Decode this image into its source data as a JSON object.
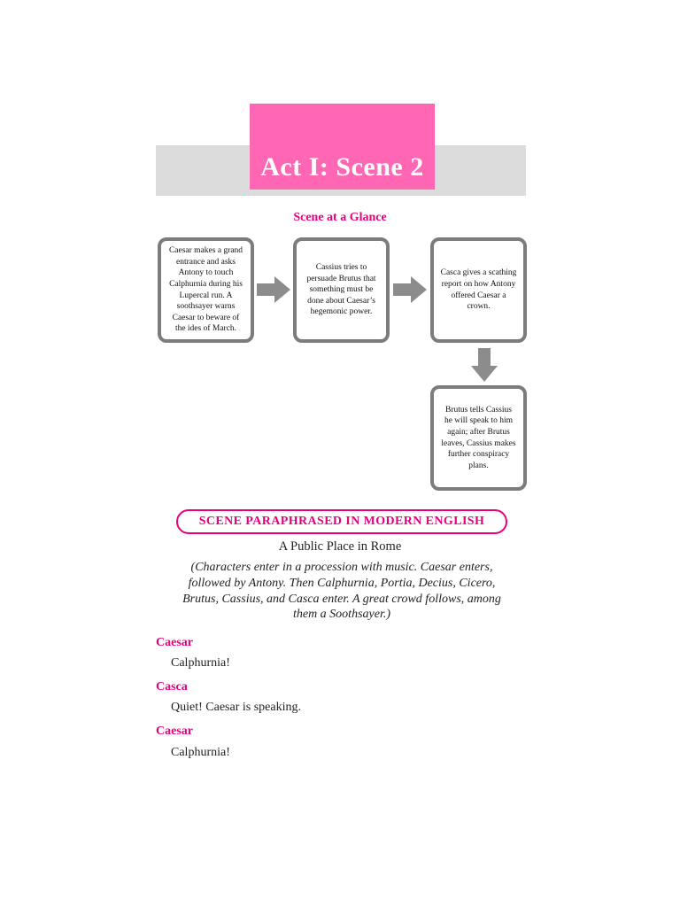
{
  "header": {
    "title": "Act I: Scene 2"
  },
  "glance": {
    "heading": "Scene at a Glance",
    "boxes": [
      "Caesar makes a grand entrance and asks Antony to touch Calphurnia during his Lupercal run. A soothsayer warns Caesar to beware of the ides of March.",
      "Cassius tries to persuade Brutus that something must be done about Caesar’s hegemonic power.",
      "Casca gives a scathing report on how Antony offered Caesar a crown.",
      "Brutus tells Cassius he will speak to him again; after Brutus leaves, Cassius makes further conspiracy plans."
    ]
  },
  "paraphrase": {
    "heading": "SCENE PARAPHRASED IN MODERN ENGLISH",
    "place": "A Public Place in Rome",
    "stage_direction": "(Characters enter in a procession with music. Caesar enters, followed by Antony. Then Calphurnia, Portia, Decius, Cicero, Brutus, Cassius, and Casca enter. A great crowd follows, among them a Soothsayer.)"
  },
  "dialogue": [
    {
      "speaker": "Caesar",
      "line": "Calphurnia!"
    },
    {
      "speaker": "Casca",
      "line": "Quiet! Caesar is speaking."
    },
    {
      "speaker": "Caesar",
      "line": "Calphurnia!"
    }
  ],
  "colors": {
    "accent": "#e6007e",
    "title_block": "#ff66b3",
    "band": "#dcdcdc",
    "box_border": "#7c7c7c",
    "arrow": "#8c8c8c"
  }
}
